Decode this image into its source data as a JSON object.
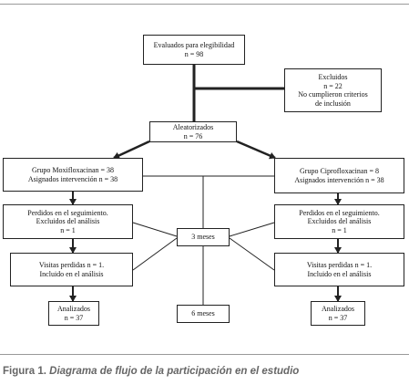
{
  "diagram": {
    "evaluated": {
      "line1": "Evaluados para elegibilidad",
      "line2": "n = 98"
    },
    "excluded": {
      "line1": "Excluidos",
      "line2": "n = 22",
      "line3": "No cumplieron criterios",
      "line4": "de inclusión"
    },
    "randomized": {
      "line1": "Aleatorizados",
      "line2": "n = 76"
    },
    "moxi_group": {
      "line1": "Grupo Moxifloxacinan = 38",
      "line2": "Asignados intervención n  = 38"
    },
    "cipro_group": {
      "line1": "Grupo Ciprofloxacinan = 8",
      "line2": "Asignados intervención n = 38"
    },
    "moxi_lost": {
      "line1": "Perdidos en el seguimiento.",
      "line2": "Excluidos del análisis",
      "line3": "n = 1"
    },
    "cipro_lost": {
      "line1": "Perdidos en el seguimiento.",
      "line2": "Excluidos del análisis",
      "line3": "n = 1"
    },
    "three_months": {
      "label": "3 meses"
    },
    "moxi_visits": {
      "line1": "Visitas perdidas n = 1.",
      "line2": "Incluido en el análisis"
    },
    "cipro_visits": {
      "line1": "Visitas perdidas n = 1.",
      "line2": "Incluido en el análisis"
    },
    "moxi_analyzed": {
      "line1": "Analizados",
      "line2": "n = 37"
    },
    "six_months": {
      "label": "6 meses"
    },
    "cipro_analyzed": {
      "line1": "Analizados",
      "line2": "n = 37"
    }
  },
  "caption": {
    "prefix": "Figura 1.",
    "text": "Diagrama de flujo de la participación en el estudio"
  },
  "colors": {
    "line": "#222222",
    "caption": "#666666",
    "rule": "#9a9a9a"
  }
}
